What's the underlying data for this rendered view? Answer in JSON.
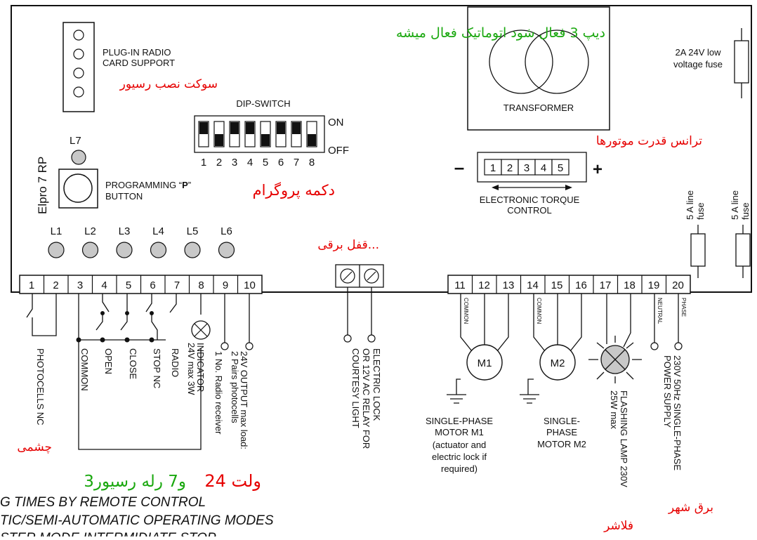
{
  "board": {
    "title": "Elpro 7 RP"
  },
  "radio_card": {
    "label_1": "PLUG-IN RADIO",
    "label_2": "CARD SUPPORT",
    "fa": "سوکت نصب رسیور"
  },
  "dip": {
    "title": "DIP-SWITCH",
    "on": "ON",
    "off": "OFF",
    "numbers": [
      "1",
      "2",
      "3",
      "4",
      "5",
      "6",
      "7",
      "8"
    ],
    "states": [
      "on",
      "off",
      "on",
      "on",
      "off",
      "on",
      "on",
      "off"
    ]
  },
  "l7": {
    "label": "L7"
  },
  "prog": {
    "label_1": "PROGRAMMING “",
    "p": "P",
    "label_1_end": "”",
    "label_2": "BUTTON",
    "fa": "دکمه پروگرام"
  },
  "leds": [
    "L1",
    "L2",
    "L3",
    "L4",
    "L5",
    "L6"
  ],
  "transformer": {
    "label": "TRANSFORMER",
    "fa": "ترانس قدرت موتورها"
  },
  "dip3_note": "دیپ 3 فعال شود اتوماتیک فعال میشه",
  "fuse_low": {
    "line1": "2A 24V low",
    "line2": "voltage fuse"
  },
  "torque": {
    "minus": "–",
    "plus": "+",
    "cells": [
      "1",
      "2",
      "3",
      "4",
      "5"
    ],
    "label_1": "ELECTRONIC TORQUE",
    "label_2": "CONTROL"
  },
  "line_fuse": {
    "line1": "5 A line",
    "line2": "fuse"
  },
  "lock_note": "قفل برقی...",
  "terminals_left": [
    "1",
    "2",
    "3",
    "4",
    "5",
    "6",
    "7",
    "8",
    "9",
    "10"
  ],
  "terminals_right": [
    "11",
    "12",
    "13",
    "14",
    "15",
    "16",
    "17",
    "18",
    "19",
    "20"
  ],
  "wire_labels": {
    "photocells": "PHOTOCELLS NC",
    "common": "COMMON",
    "open": "OPEN",
    "close": "CLOSE",
    "stop": "STOP NC",
    "radio": "RADIO",
    "indicator_1": "24V max 3W",
    "indicator_2": "INDICATOR",
    "receiver": "1 No. Radio receiver",
    "photocells_pairs": "2 Pairs photocells",
    "output": "24V OUTPUT max load:",
    "lock_1": "ELECTRIC LOCK",
    "lock_2": "OR 12V AC RELAY FOR",
    "lock_3": "COURTESY LIGHT",
    "common_small": "COMMON",
    "neutral": "NEUTRAL",
    "phase": "PHASE",
    "m1": "M1",
    "m2": "M2",
    "motor1_1": "SINGLE-PHASE",
    "motor1_2": "MOTOR M1",
    "motor1_3": "(actuator and",
    "motor1_4": "electric lock if",
    "motor1_5": "required)",
    "motor2_1": "SINGLE-",
    "motor2_2": "PHASE",
    "motor2_3": "MOTOR M2",
    "flash_1": "FLASHING LAMP 230V",
    "flash_2": "25W max",
    "supply_1": "230V 50Hz SINGLE-PHASE",
    "supply_2": "POWER SUPPLY"
  },
  "fa_notes": {
    "eye": "چشمی",
    "relay": "3و7 رله رسیور",
    "volt": "24 ولت",
    "city": "برق شهر",
    "flasher": "فلاشر"
  },
  "bottom_text": [
    "G TIMES BY REMOTE CONTROL",
    "TIC/SEMI-AUTOMATIC OPERATING MODES",
    "STER MODE INTERMIDIATE STOP"
  ]
}
